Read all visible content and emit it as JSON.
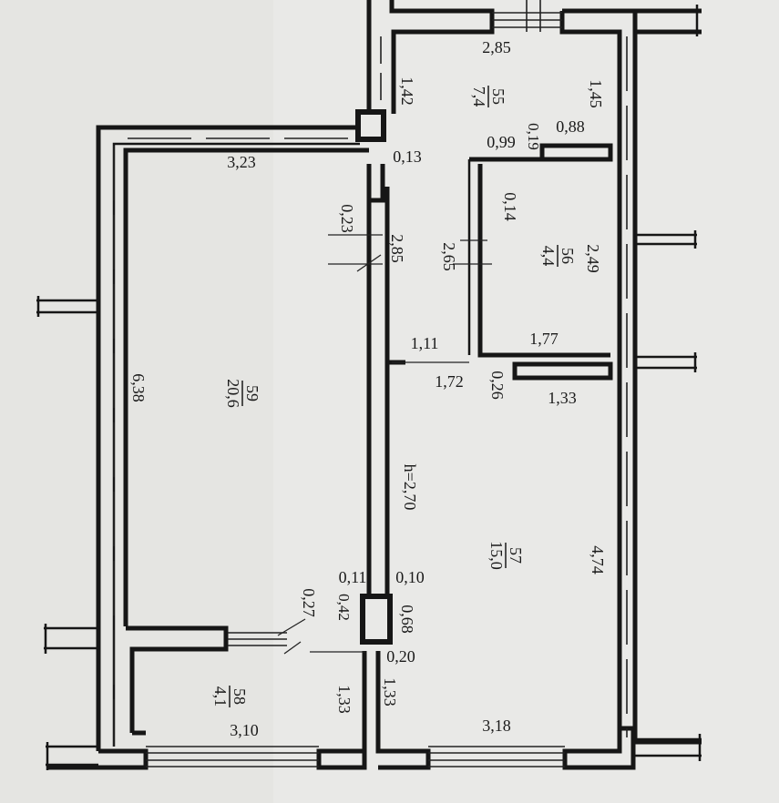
{
  "rooms": [
    {
      "id": "55",
      "number": "55",
      "area": "7,4"
    },
    {
      "id": "56",
      "number": "56",
      "area": "4,4"
    },
    {
      "id": "57",
      "number": "57",
      "area": "15,0"
    },
    {
      "id": "58",
      "number": "58",
      "area": "4,1"
    },
    {
      "id": "59",
      "number": "59",
      "area": "20,6"
    }
  ],
  "height_label": "h=2,70",
  "dimensions": {
    "d_2_85_top": "2,85",
    "d_1_42": "1,42",
    "d_1_45": "1,45",
    "d_0_88": "0,88",
    "d_0_19": "0,19",
    "d_0_99": "0,99",
    "d_0_13": "0,13",
    "d_3_23": "3,23",
    "d_0_23": "0,23",
    "d_2_85_mid": "2,85",
    "d_0_14": "0,14",
    "d_2_65": "2,65",
    "d_2_49": "2,49",
    "d_1_11": "1,11",
    "d_1_77": "1,77",
    "d_1_72": "1,72",
    "d_0_26": "0,26",
    "d_1_33_mid": "1,33",
    "d_6_38": "6,38",
    "d_4_74": "4,74",
    "d_0_11": "0,11",
    "d_0_10": "0,10",
    "d_0_42": "0,42",
    "d_0_68": "0,68",
    "d_0_27": "0,27",
    "d_0_20": "0,20",
    "d_1_33_left": "1,33",
    "d_1_33_right": "1,33",
    "d_3_10": "3,10",
    "d_3_18": "3,18"
  }
}
